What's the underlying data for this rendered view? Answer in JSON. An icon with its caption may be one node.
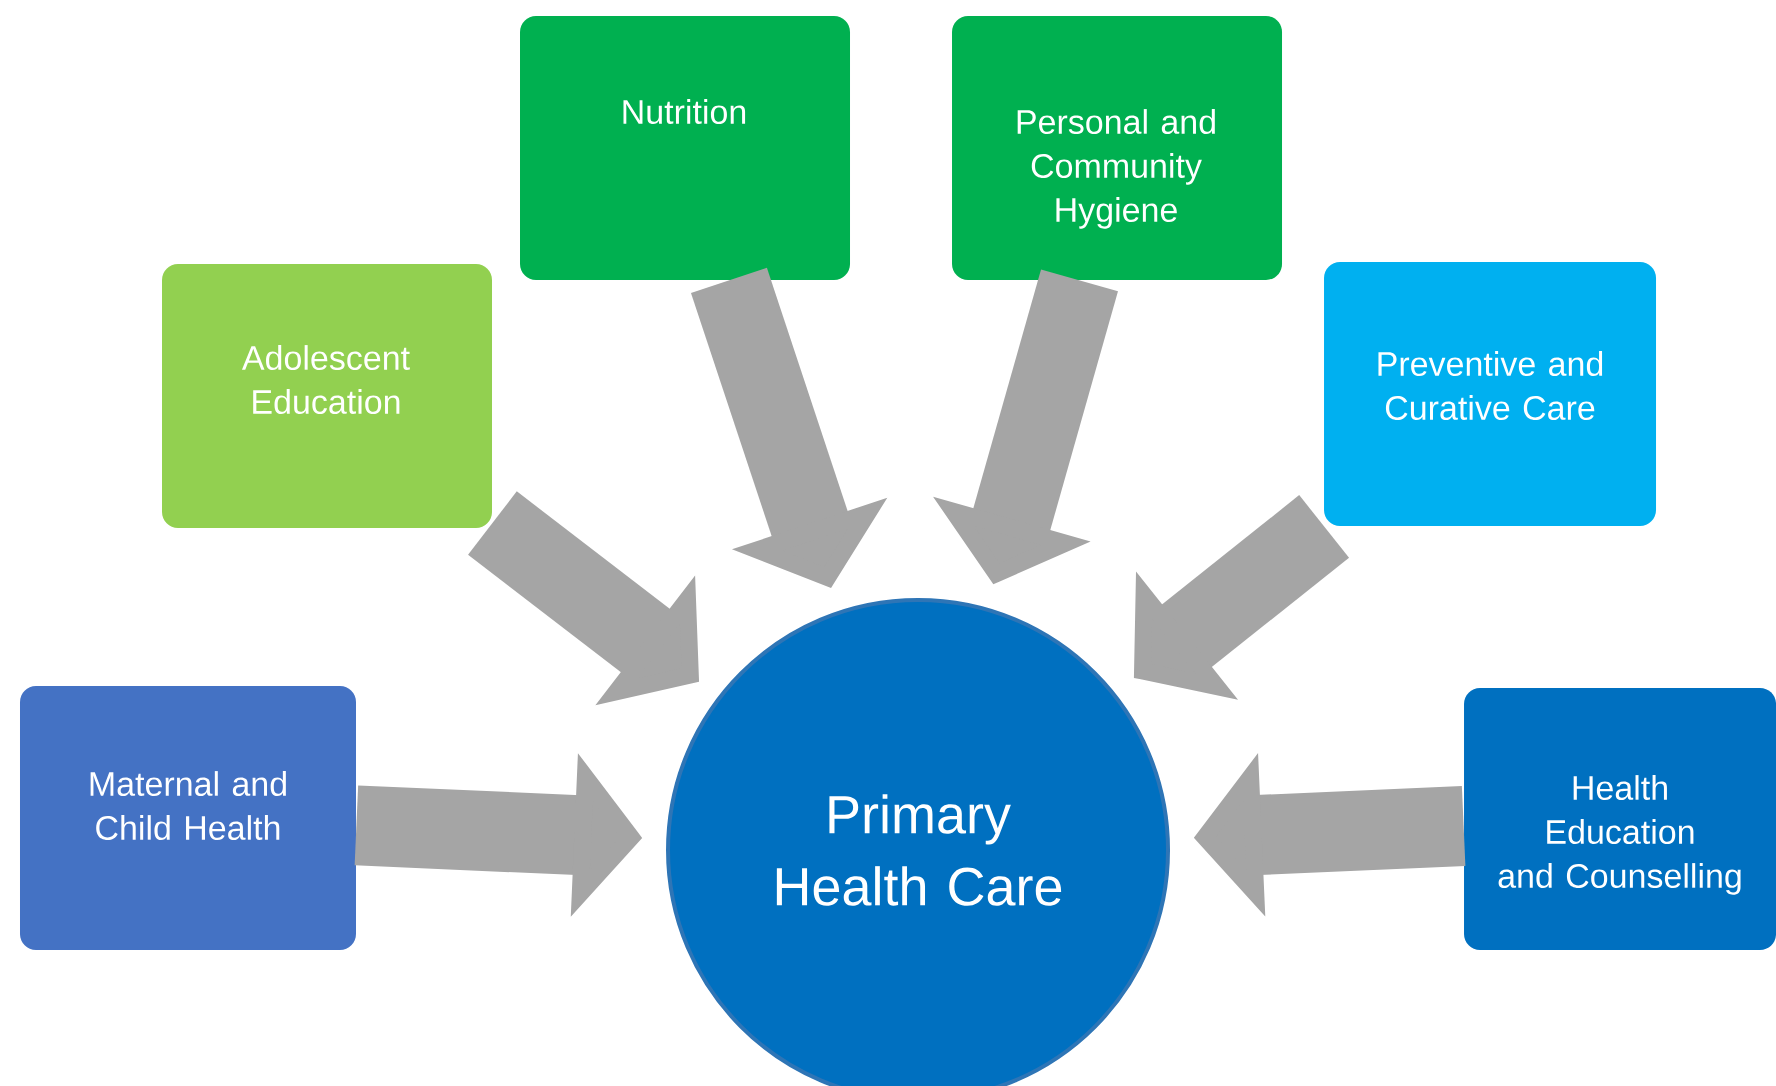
{
  "diagram": {
    "nodes": [
      {
        "text": [
          "Maternal and Child Health"
        ]
      },
      {
        "text": [
          "Adolescent Education"
        ]
      },
      {
        "text": [
          "Nutrition"
        ]
      },
      {
        "text": [
          "Personal and Community Hygiene"
        ]
      },
      {
        "text": [
          "Preventive and Curative Care"
        ]
      },
      {
        "text": [
          "Health Education and Counselling"
        ]
      },
      {
        "text": [
          "Primary Health Care"
        ]
      }
    ],
    "edges": [
      {
        "from": 0,
        "to": 6,
        "arrow": "to"
      },
      {
        "from": 1,
        "to": 6,
        "arrow": "to"
      },
      {
        "from": 2,
        "to": 6,
        "arrow": "to"
      },
      {
        "from": 3,
        "to": 6,
        "arrow": "to"
      },
      {
        "from": 4,
        "to": 6,
        "arrow": "to"
      },
      {
        "from": 5,
        "to": 6,
        "arrow": "to"
      }
    ]
  }
}
